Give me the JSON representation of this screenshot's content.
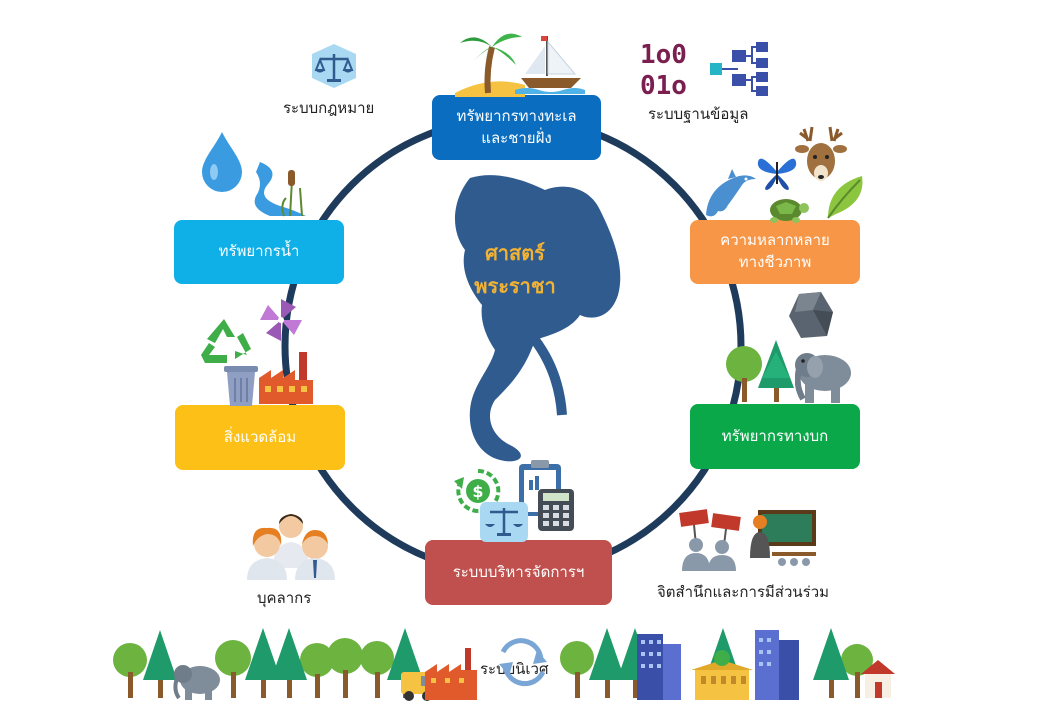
{
  "center": {
    "line1": "ศาสตร์",
    "line2": "พระราชา"
  },
  "boxes": {
    "marine": {
      "line1": "ทรัพยากรทางทะเล",
      "line2": "และชายฝั่ง",
      "color": "#0b6dbf"
    },
    "biodiversity": {
      "line1": "ความหลากหลาย",
      "line2": "ทางชีวภาพ",
      "color": "#f79646"
    },
    "land": {
      "label": "ทรัพยากรทางบก",
      "color": "#0ba84a"
    },
    "management": {
      "label": "ระบบบริหารจัดการฯ",
      "color": "#c0504d"
    },
    "environment": {
      "label": "สิ่งแวดล้อม",
      "color": "#fcc016"
    },
    "water": {
      "label": "ทรัพยากรน้ำ",
      "color": "#0fb0e8"
    }
  },
  "labels": {
    "law": "ระบบกฎหมาย",
    "database": "ระบบฐานข้อมูล",
    "personnel": "บุคลากร",
    "participation": "จิตสำนึกและการมีส่วนร่วม",
    "ecosystem": "ระบบนิเวศ"
  },
  "binary": {
    "row1": "1o0",
    "row2": "01o"
  },
  "colors": {
    "ring": "#1f3b5c",
    "map": "#2f5b8f"
  }
}
